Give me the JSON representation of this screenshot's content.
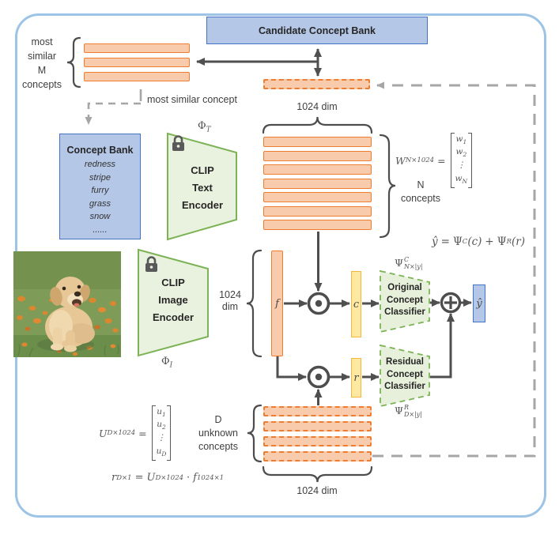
{
  "top": {
    "candidate_concept_bank": "Candidate Concept Bank",
    "dim_label": "1024 dim"
  },
  "left": {
    "m_lines": [
      "most",
      "similar",
      "M",
      "concepts"
    ],
    "most_similar_concept": "most similar concept",
    "concept_bank": {
      "title": "Concept Bank",
      "items": [
        "redness",
        "stripe",
        "furry",
        "grass",
        "snow",
        "......"
      ]
    }
  },
  "encoders": {
    "text": {
      "lines": [
        "CLIP",
        "Text",
        "Encoder"
      ],
      "phi_base": "Φ",
      "phi_sub": "T"
    },
    "image": {
      "lines": [
        "CLIP",
        "Image",
        "Encoder"
      ],
      "phi_base": "Φ",
      "phi_sub": "I"
    },
    "image_dim": [
      "1024",
      "dim"
    ]
  },
  "center": {
    "n_lines": [
      "N",
      "concepts"
    ],
    "f": "f",
    "c": "c",
    "r": "r",
    "yhat": "ŷ",
    "dim_bottom": "1024 dim"
  },
  "classifiers": {
    "original": [
      "Original",
      "Concept",
      "Classifier"
    ],
    "residual": [
      "Residual",
      "Concept",
      "Classifier"
    ],
    "psi_c": {
      "base": "Ψ",
      "sup": "C",
      "sub": "N×|y|"
    },
    "psi_r": {
      "base": "Ψ",
      "sup": "R",
      "sub": "D×|y|"
    }
  },
  "math": {
    "w": {
      "base": "W",
      "sub": "N×1024",
      "eq": "=",
      "rows": [
        {
          "b": "w",
          "s": "1"
        },
        {
          "b": "w",
          "s": "2"
        },
        {
          "b": "⋮",
          "s": ""
        },
        {
          "b": "w",
          "s": "N"
        }
      ]
    },
    "u": {
      "base": "U",
      "sub": "D×1024",
      "eq": "=",
      "rows": [
        {
          "b": "u",
          "s": "1"
        },
        {
          "b": "u",
          "s": "2"
        },
        {
          "b": "⋮",
          "s": ""
        },
        {
          "b": "u",
          "s": "D"
        }
      ]
    },
    "yhat_eq": {
      "lhs": "ŷ",
      "eq": "=",
      "p1": "Ψ",
      "p1s": "C",
      "a1": "(c)",
      "plus": "+",
      "p2": "Ψ",
      "p2s": "R",
      "a2": "(r)"
    },
    "r_eq": {
      "lhs": "r",
      "lhss": "D×1",
      "eq": "=",
      "u": "U",
      "us": "D×1024",
      "dot": "·",
      "f": "f",
      "fs": "1024×1"
    }
  },
  "bottom": {
    "d_lines": [
      "D",
      "unknown",
      "concepts"
    ]
  },
  "icons": {
    "lock": "padlock",
    "dot_product": "⊙",
    "sum": "⊕"
  },
  "colors": {
    "frame_border": "#9dc3e6",
    "blue_fill": "#b4c7e7",
    "blue_border": "#4472c4",
    "orange_fill": "#f8cbad",
    "orange_border": "#ed7d31",
    "green_fill": "#e9f2de",
    "green_border": "#7db356",
    "yellow_fill": "#ffe9a2",
    "yellow_border": "#f3b73c",
    "arrow_dark": "#4f4f4f",
    "dashed_gray": "#a6a6a6"
  }
}
